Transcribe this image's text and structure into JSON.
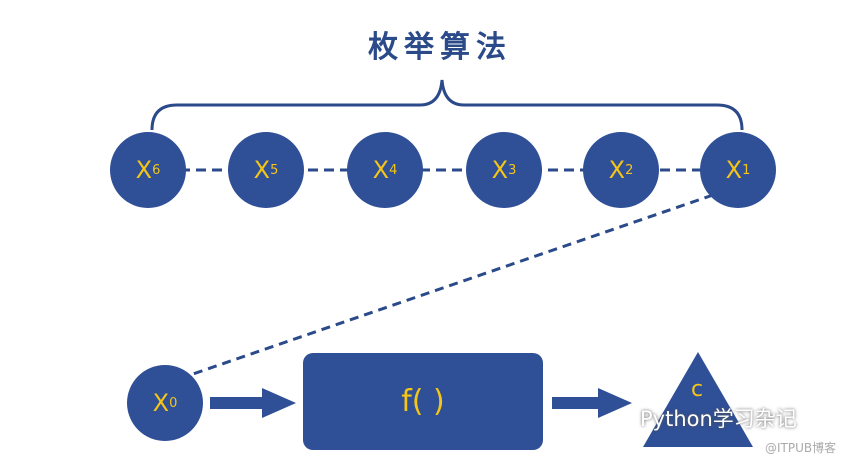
{
  "title": "枚举算法",
  "candidates": [
    {
      "base": "X",
      "sub": "6"
    },
    {
      "base": "X",
      "sub": "5"
    },
    {
      "base": "X",
      "sub": "4"
    },
    {
      "base": "X",
      "sub": "3"
    },
    {
      "base": "X",
      "sub": "2"
    },
    {
      "base": "X",
      "sub": "1"
    }
  ],
  "input": {
    "base": "X",
    "sub": "0"
  },
  "function_label": "f( )",
  "output_label": "c",
  "watermark": {
    "name": "Python学习杂记",
    "source": "@ITPUB博客"
  },
  "colors": {
    "shape": "#2f4f96",
    "text": "#f5c518",
    "line": "#2b4a8a"
  }
}
